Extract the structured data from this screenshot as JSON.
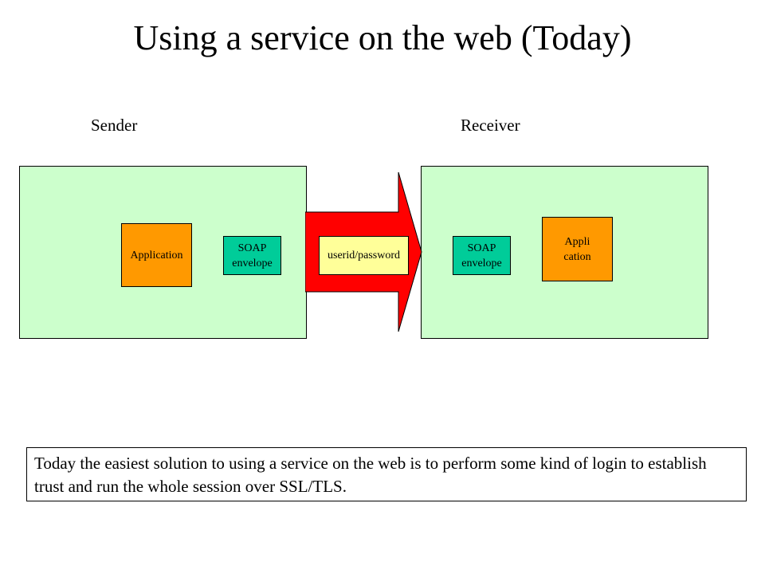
{
  "title": "Using a service on the web (Today)",
  "colors": {
    "panel_fill": "#ccffcc",
    "application_fill": "#ff9900",
    "soap_fill": "#00cc99",
    "credential_fill": "#ffff99",
    "arrow_fill": "#ff0000"
  },
  "sender": {
    "label": "Sender",
    "application": "Application",
    "soap_envelope": "SOAP\nenvelope"
  },
  "credential": "userid/password",
  "receiver": {
    "label": "Receiver",
    "soap_envelope": "SOAP\nenvelope",
    "application": "Appli\ncation"
  },
  "note": "Today the easiest solution to using a service on the web is to perform some kind of login to establish trust and run the whole session over SSL/TLS."
}
